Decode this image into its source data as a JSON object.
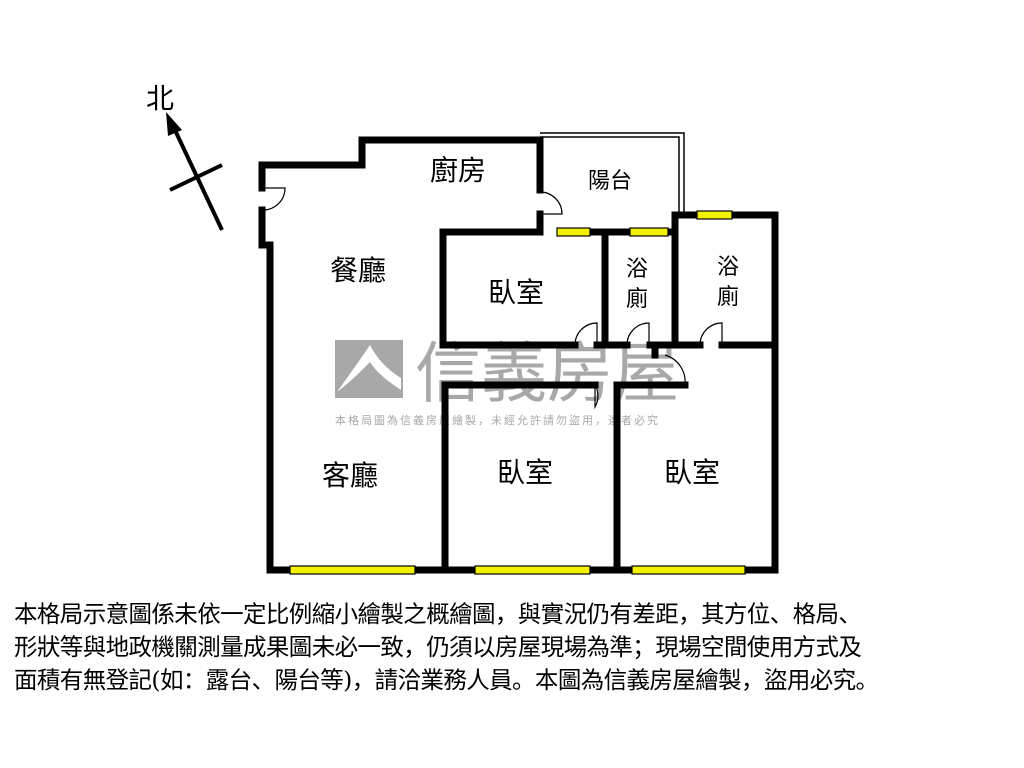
{
  "compass": {
    "label": "北"
  },
  "rooms": {
    "kitchen": "廚房",
    "balcony": "陽台",
    "dining": "餐廳",
    "bedroom_top": "臥室",
    "bath1": [
      "浴",
      "廁"
    ],
    "bath2": [
      "浴",
      "廁"
    ],
    "living": "客廳",
    "bedroom_left": "臥室",
    "bedroom_right": "臥室"
  },
  "watermark": {
    "brand": "信義房屋",
    "notice": "本格局圖為信義房屋繪製，未經允許請勿盜用，違者必究"
  },
  "colors": {
    "wall": "#000000",
    "window": "#f2f200",
    "watermark": "#a8a8a8"
  },
  "disclaimer": [
    "本格局示意圖係未依一定比例縮小繪製之概繪圖，與實況仍有差距，其方位、格局、",
    "形狀等與地政機關測量成果圖未必一致，仍須以房屋現場為準；現場空間使用方式及",
    "面積有無登記(如：露台、陽台等)，請洽業務人員。本圖為信義房屋繪製，盜用必究。"
  ]
}
